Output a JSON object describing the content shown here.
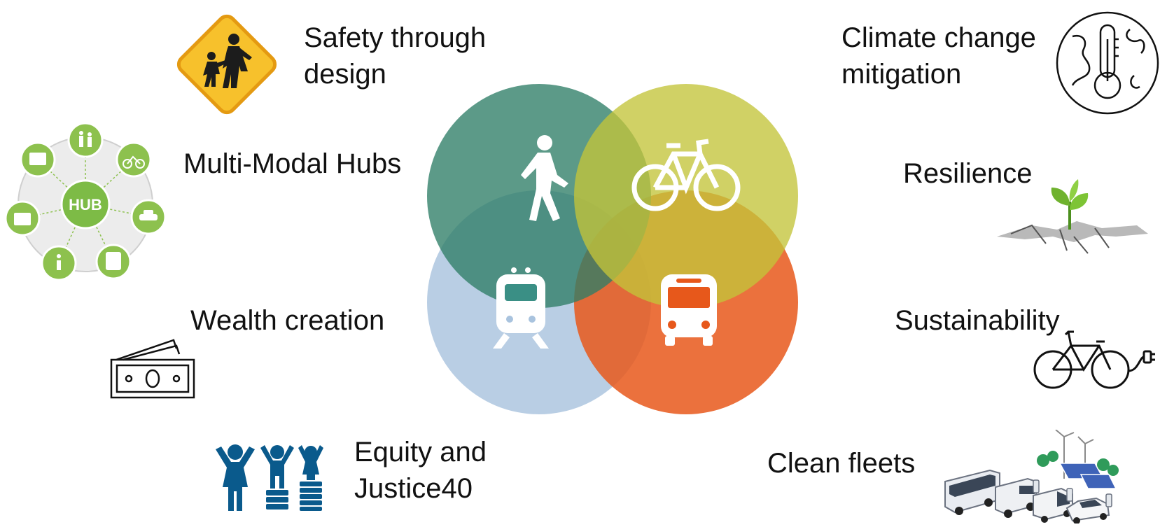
{
  "labels": {
    "safety": [
      "Safety through",
      "design"
    ],
    "hubs": "Multi-Modal Hubs",
    "wealth": "Wealth creation",
    "equity": [
      "Equity and",
      "Justice40"
    ],
    "climate": [
      "Climate change",
      "mitigation"
    ],
    "resilience": "Resilience",
    "sustainability": "Sustainability",
    "fleets": "Clean fleets"
  },
  "hub_icon_text": "HUB",
  "venn": {
    "circles": [
      {
        "name": "walking",
        "color": "#2e7d66"
      },
      {
        "name": "cycling",
        "color": "#c3c43a"
      },
      {
        "name": "rail",
        "color": "#a9c3de"
      },
      {
        "name": "bus",
        "color": "#e7581b"
      }
    ]
  }
}
